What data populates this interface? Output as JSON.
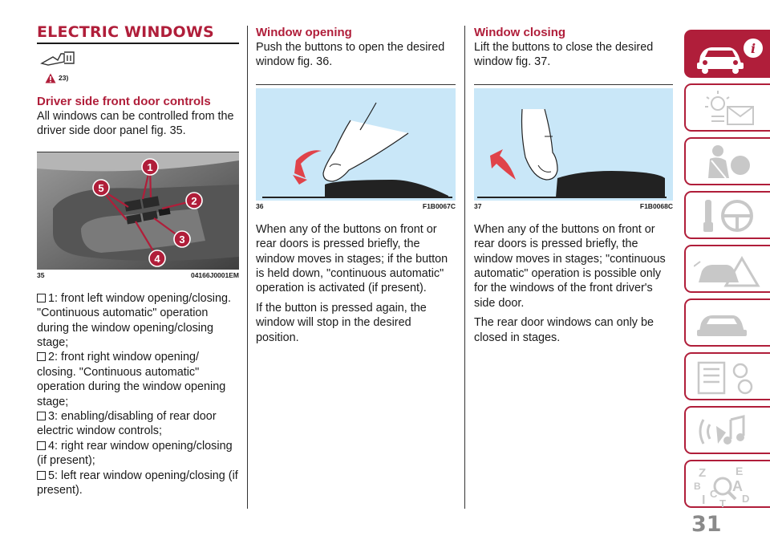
{
  "header": {
    "title": "ELECTRIC WINDOWS",
    "warning_ref": "23)"
  },
  "col1": {
    "subtitle": "Driver side front door controls",
    "intro": "All windows can be controlled from the driver side door panel fig. 35.",
    "figure": {
      "num": "35",
      "code": "04166J0001EM"
    },
    "callouts": [
      "1",
      "2",
      "3",
      "4",
      "5"
    ],
    "bullets": [
      "1: front left window opening/closing. \"Continuous automatic\" operation during the window opening/closing stage;",
      "2: front right window opening/ closing. \"Continuous automatic\" operation during the window opening stage;",
      "3: enabling/disabling of rear door electric window controls;",
      "4: right rear window opening/closing (if present);",
      "5: left rear window opening/closing (if present)."
    ]
  },
  "col2": {
    "subtitle": "Window opening",
    "intro": "Push the buttons to open the desired window fig. 36.",
    "figure": {
      "num": "36",
      "code": "F1B0067C"
    },
    "para1": "When any of the buttons on front or rear doors is pressed briefly, the window moves in stages; if the button is held down, \"continuous automatic\" operation is activated (if present).",
    "para2": "If the button is pressed again, the window will stop in the desired position."
  },
  "col3": {
    "subtitle": "Window closing",
    "intro": "Lift the buttons to close the desired window fig. 37.",
    "figure": {
      "num": "37",
      "code": "F1B0068C"
    },
    "para1": "When any of the buttons on front or rear doors is pressed briefly, the window moves in stages; \"continuous automatic\" operation is possible only for the windows of the front driver's side door.",
    "para2": "The rear door windows can only be closed in stages."
  },
  "sidebar": {
    "tabs": [
      {
        "icon": "car-info-icon",
        "active": true
      },
      {
        "icon": "warning-light-message-icon",
        "active": false
      },
      {
        "icon": "seatbelt-airbag-icon",
        "active": false
      },
      {
        "icon": "key-steering-wheel-icon",
        "active": false
      },
      {
        "icon": "breakdown-triangle-icon",
        "active": false
      },
      {
        "icon": "car-service-icon",
        "active": false
      },
      {
        "icon": "technical-data-icon",
        "active": false
      },
      {
        "icon": "multimedia-icon",
        "active": false
      },
      {
        "icon": "index-search-icon",
        "active": false
      }
    ],
    "index_letters": [
      "Z",
      "E",
      "B",
      "A",
      "I",
      "C",
      "D",
      "T"
    ]
  },
  "page_number": "31",
  "colors": {
    "accent": "#b01e3a",
    "sky": "#c9e7f8",
    "arrow": "#e0434a"
  }
}
